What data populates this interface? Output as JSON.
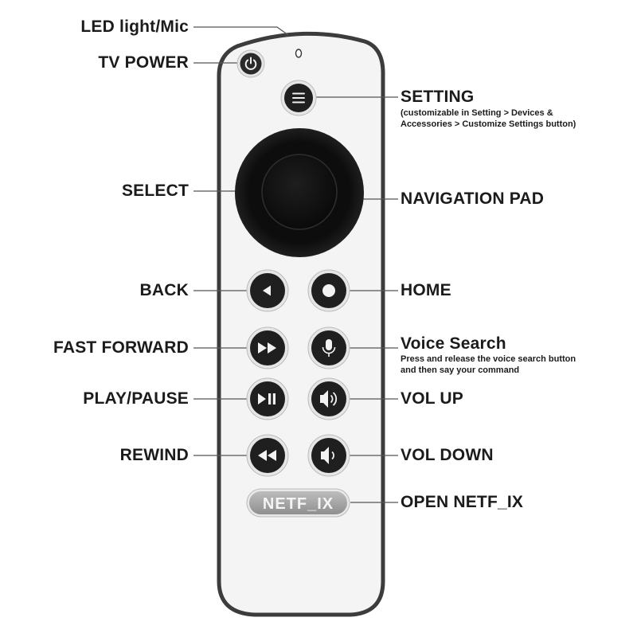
{
  "labels": {
    "led": "LED light/Mic",
    "tv_power": "TV POWER",
    "setting": "SETTING",
    "setting_note_1": "(customizable in Setting > Devices &",
    "setting_note_2": "Accessories > Customize Settings button)",
    "select": "SELECT",
    "nav_pad": "NAVIGATION PAD",
    "back": "BACK",
    "home": "HOME",
    "fast_forward": "FAST FORWARD",
    "voice_search": "Voice Search",
    "voice_note_1": "Press and release the voice search button",
    "voice_note_2": "and then say your command",
    "play_pause": "PLAY/PAUSE",
    "vol_up": "VOL UP",
    "rewind": "REWIND",
    "vol_down": "VOL DOWN",
    "open_netflix": "OPEN NETF_IX"
  },
  "remote": {
    "netflix_button_text": "NETF_IX"
  },
  "icons": [
    "power-icon",
    "menu-icon",
    "back-icon",
    "home-icon",
    "fast-forward-icon",
    "microphone-icon",
    "play-pause-icon",
    "volume-up-icon",
    "rewind-icon",
    "volume-down-icon"
  ],
  "colors": {
    "remote_body": "#f4f4f4",
    "remote_outline": "#3c3c3c",
    "button_dark": "#1a1a1a",
    "netflix_button": "#a9a9a9"
  }
}
